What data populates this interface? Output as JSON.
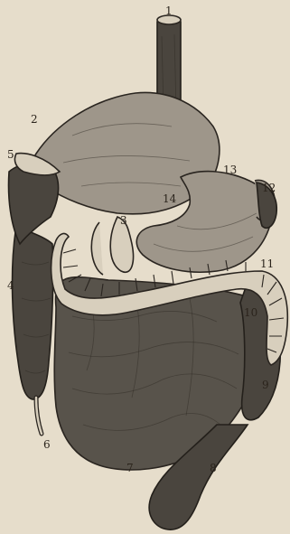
{
  "labels": {
    "l1": "1",
    "l2": "2",
    "l3": "3",
    "l4": "4",
    "l5": "5",
    "l6": "6",
    "l7": "7",
    "l8": "8",
    "l9": "9",
    "l10": "10",
    "l11": "11",
    "l12": "12",
    "l13": "13",
    "l14": "14"
  },
  "colors": {
    "paper": "#e6ddcb",
    "ink": "#2a2520"
  }
}
